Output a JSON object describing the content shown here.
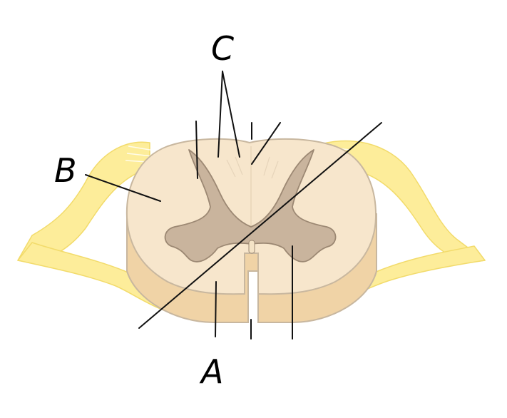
{
  "labels": {
    "a": "A",
    "b": "B",
    "c": "C"
  },
  "colors": {
    "nerve": "#FDED9A",
    "nerve_stroke": "#F2DB6B",
    "white_matter": "#F7E6CC",
    "white_matter_lower": "#F0D3A6",
    "outline": "#C8B79F",
    "gray_matter": "#C9B49D",
    "gray_stroke": "#9C8873",
    "line": "#111111"
  }
}
